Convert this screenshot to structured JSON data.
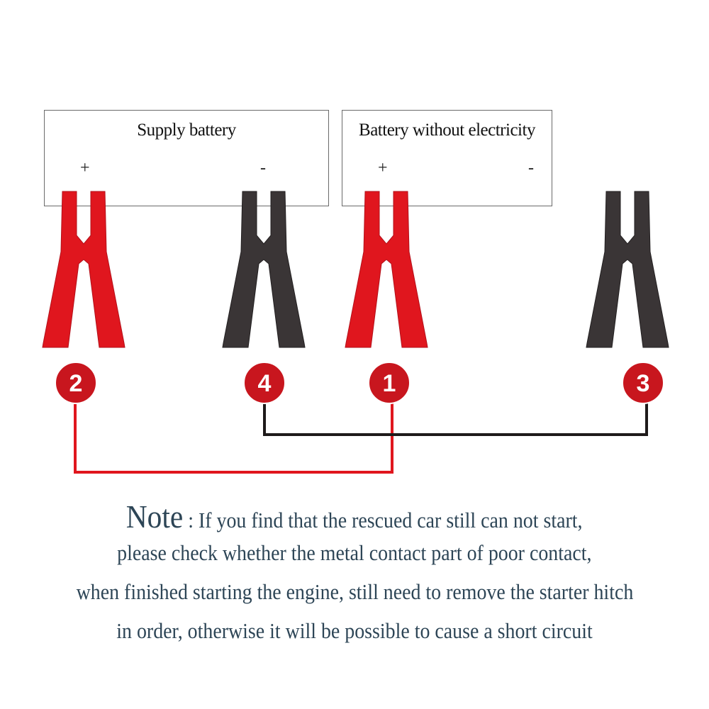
{
  "batteries": [
    {
      "title": "Supply battery",
      "plus": "+",
      "minus": "-"
    },
    {
      "title": "Battery without electricity",
      "plus": "+",
      "minus": "-"
    }
  ],
  "steps": [
    {
      "number": "2",
      "clamp": "red",
      "target": "Supply battery +"
    },
    {
      "number": "4",
      "clamp": "black",
      "target": "Supply battery -"
    },
    {
      "number": "1",
      "clamp": "red",
      "target": "Battery without electricity +"
    },
    {
      "number": "3",
      "clamp": "black",
      "target": "unattached"
    }
  ],
  "colors": {
    "red": "#e0161e",
    "black": "#3a3536",
    "circle": "#c8161e",
    "note_text": "#2d4556"
  },
  "note": {
    "label": "Note",
    "lines": [
      ": If you find that the rescued car still can not start,",
      "please check whether the metal contact part of poor contact,",
      "when finished starting the engine, still need to remove the starter hitch",
      "in order, otherwise it will be possible to cause a short circuit"
    ]
  }
}
